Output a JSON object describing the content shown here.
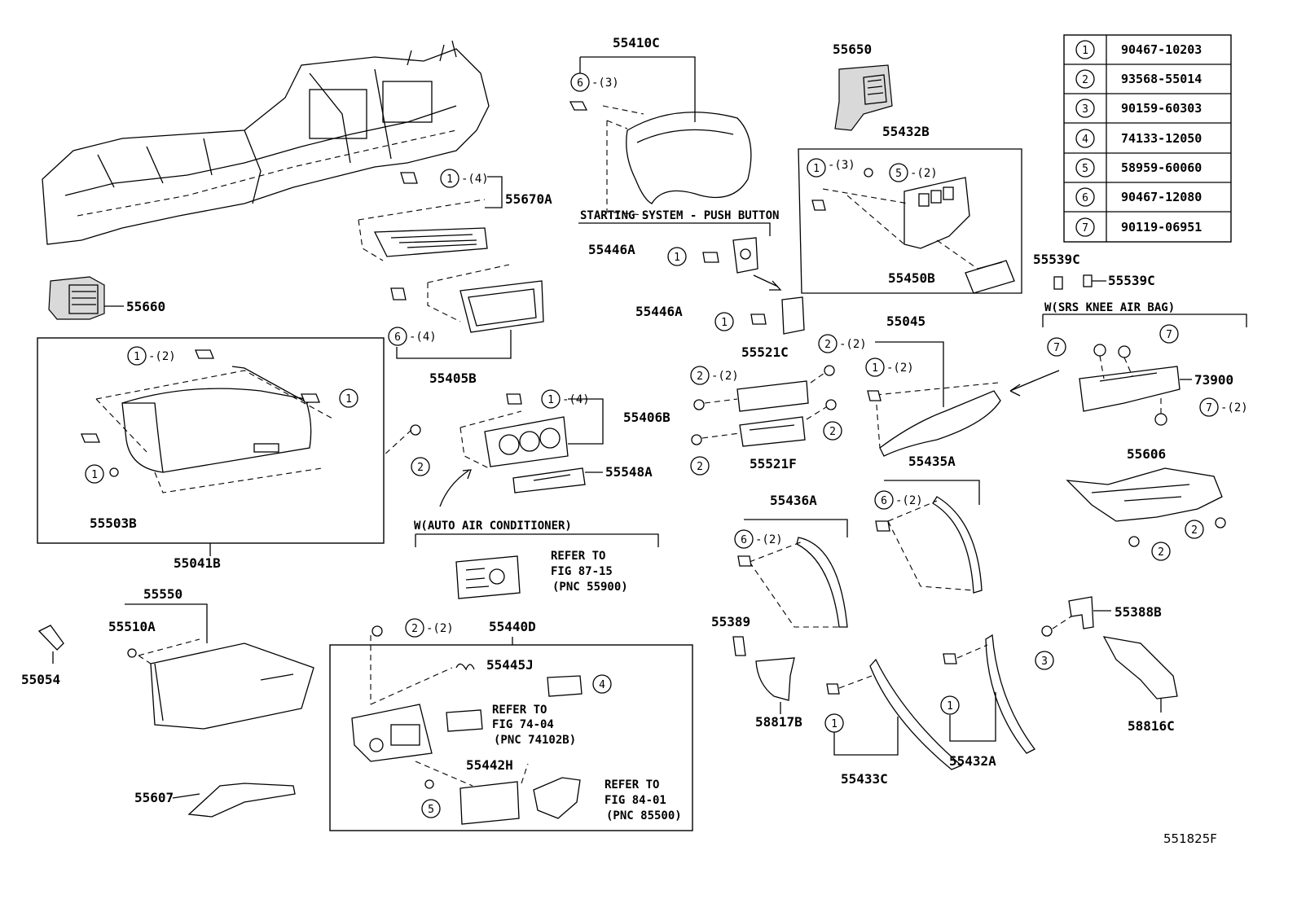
{
  "diagram": {
    "figure_code": "551825F",
    "part_labels": [
      "55410C",
      "55650",
      "55432B",
      "55670A",
      "55660",
      "55446A",
      "55446A",
      "55450B",
      "55539C",
      "55539C",
      "55405B",
      "55045",
      "55521C",
      "73900",
      "55406B",
      "55548A",
      "55521F",
      "55435A",
      "55606",
      "55436A",
      "55503B",
      "55041B",
      "55550",
      "55510A",
      "55440D",
      "55054",
      "55445J",
      "55389",
      "55388B",
      "58817B",
      "58816C",
      "55442H",
      "55607",
      "55433C",
      "55432A"
    ],
    "group_notes": [
      "STARTING SYSTEM - PUSH BUTTON",
      "W(SRS KNEE AIR BAG)",
      "W(AUTO AIR CONDITIONER)"
    ],
    "refer_notes": [
      [
        "REFER TO",
        "FIG 87-15",
        "(PNC 55900)"
      ],
      [
        "REFER TO",
        "FIG 74-04",
        "(PNC 74102B)"
      ],
      [
        "REFER TO",
        "FIG 84-01",
        "(PNC 85500)"
      ]
    ],
    "callouts": [
      "1",
      "2",
      "3",
      "4",
      "5",
      "6",
      "7"
    ],
    "quantities": [
      "-(3)",
      "-(4)",
      "-(2)",
      "-(3)",
      "-(2)",
      "-(4)",
      "-(2)",
      "-(2)",
      "-(4)",
      "-(2)",
      "-(2)",
      "-(2)",
      "-(2)",
      "-(2)"
    ],
    "legend": [
      {
        "ref": "1",
        "part_no": "90467-10203"
      },
      {
        "ref": "2",
        "part_no": "93568-55014"
      },
      {
        "ref": "3",
        "part_no": "90159-60303"
      },
      {
        "ref": "4",
        "part_no": "74133-12050"
      },
      {
        "ref": "5",
        "part_no": "58959-60060"
      },
      {
        "ref": "6",
        "part_no": "90467-12080"
      },
      {
        "ref": "7",
        "part_no": "90119-06951"
      }
    ]
  }
}
